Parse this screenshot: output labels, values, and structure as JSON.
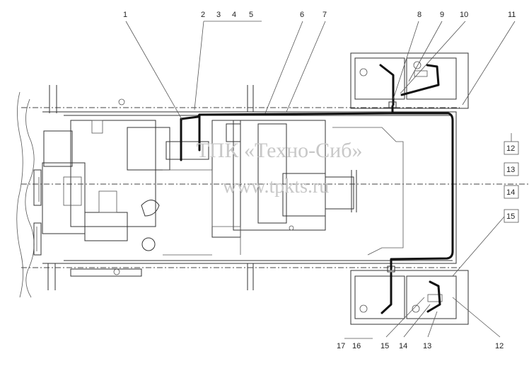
{
  "watermark": {
    "line1": "ТПК «Техно-Сиб»",
    "line2": "www.tpkts.ru"
  },
  "callouts_top": [
    "1",
    "2",
    "3",
    "4",
    "5",
    "6",
    "7",
    "8",
    "9",
    "10",
    "11"
  ],
  "callouts_right": [
    "12",
    "13",
    "14",
    "15"
  ],
  "callouts_bottom": [
    "17",
    "16",
    "15",
    "14",
    "13",
    "12"
  ]
}
